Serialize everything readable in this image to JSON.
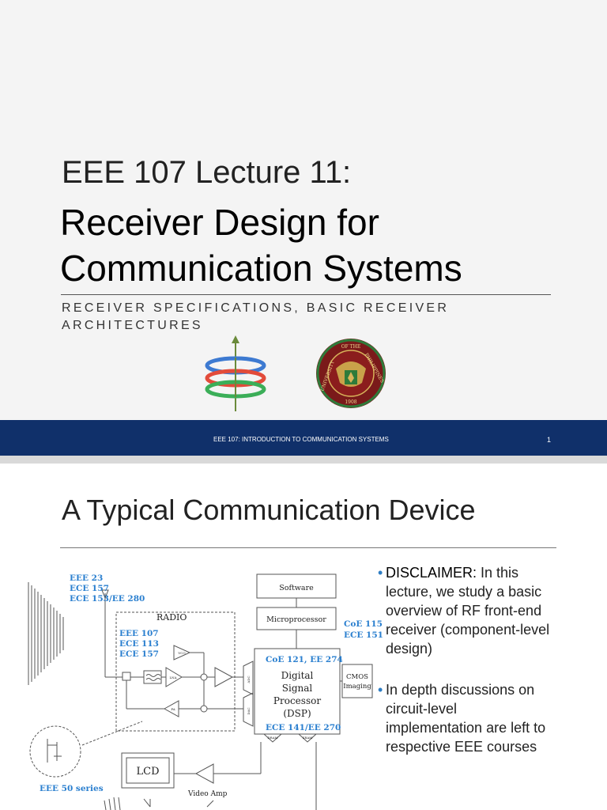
{
  "slide1": {
    "title_line1": "EEE 107 Lecture 11:",
    "title_line2": "Receiver Design for",
    "title_line3": "Communication Systems",
    "subtitle_line1": "RECEIVER SPECIFICATIONS, BASIC RECEIVER",
    "subtitle_line2": "ARCHITECTURES",
    "footer_text": "EEE 107: INTRODUCTION TO COMMUNICATION SYSTEMS",
    "page_number": "1",
    "seal_text_top": "OF THE",
    "seal_text_left": "UNIVERSITY",
    "seal_text_right": "PHILIPPINES",
    "seal_year": "1908"
  },
  "slide2": {
    "title": "A Typical Communication Device",
    "bullets": [
      {
        "strong": "DISCLAIMER:",
        "line1": " In this",
        "rest": [
          "lecture, we study a basic",
          "overview of RF front-end",
          "receiver (component-level",
          "design)"
        ]
      },
      {
        "strong": "",
        "line1": "In depth discussions on",
        "rest": [
          "circuit-level",
          "implementation are left to",
          "respective EEE courses"
        ]
      }
    ],
    "diagram": {
      "courses_left": [
        "EEE 23",
        "ECE 157",
        "ECE 153/EE 280"
      ],
      "radio_label": "RADIO",
      "radio_courses": [
        "EEE 107",
        "ECE 113",
        "ECE 157"
      ],
      "software": "Software",
      "microprocessor": "Microprocessor",
      "coe_right": [
        "CoE 115",
        "ECE 151"
      ],
      "dsp_courses_top": "CoE 121, EE 274",
      "dsp_lines": [
        "Digital",
        "Signal",
        "Processor",
        "(DSP)"
      ],
      "dsp_courses_bottom": "ECE 141/EE 270",
      "cmos_lines": [
        "CMOS",
        "Imaging"
      ],
      "lcd": "LCD",
      "video_amp": "Video Amp",
      "eee50": "EEE 50 series",
      "vco": "VCO",
      "lna": "LNA",
      "pa": "PA",
      "adc": "ADC",
      "dac": "DAC",
      "dram": "DRAM",
      "sram": "SRAM"
    },
    "colors": {
      "course_blue": "#2a7fcf",
      "footer_navy": "#10306a",
      "bullet_blue": "#2e7dc4"
    }
  }
}
